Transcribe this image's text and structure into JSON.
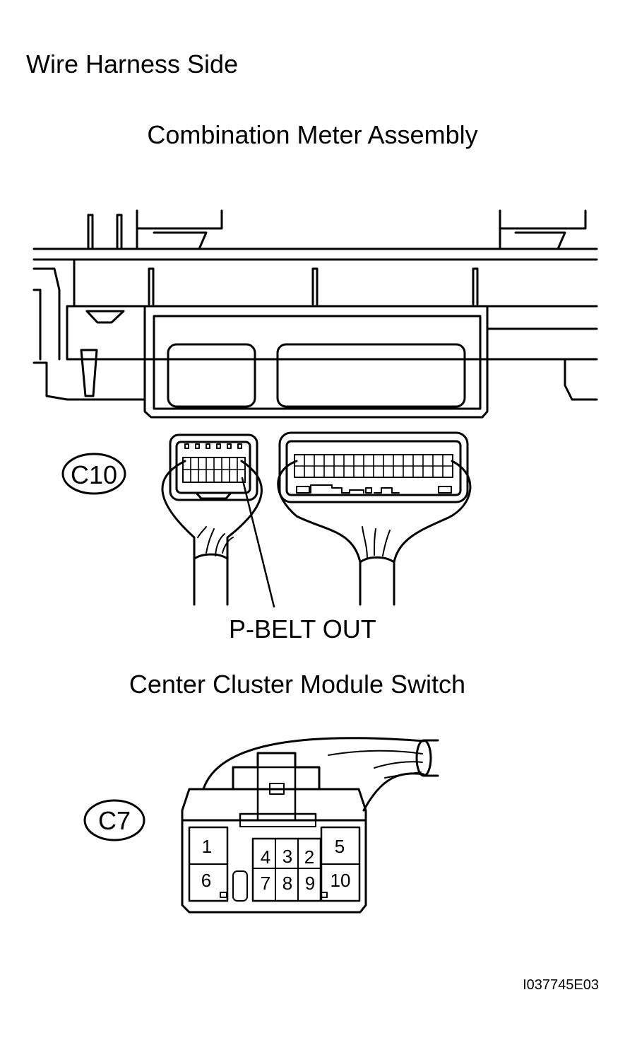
{
  "header": "Wire Harness Side",
  "title_top": "Combination Meter Assembly",
  "connector_top": {
    "id": "C10"
  },
  "pin_callout": "P-BELT OUT",
  "title_bottom": "Center Cluster Module Switch",
  "connector_bottom": {
    "id": "C7",
    "pins": [
      "1",
      "2",
      "3",
      "4",
      "5",
      "6",
      "7",
      "8",
      "9",
      "10"
    ]
  },
  "figure_id": "I037745E03"
}
